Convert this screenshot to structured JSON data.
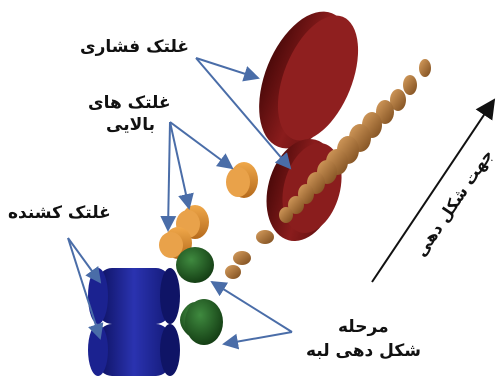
{
  "labels": {
    "pressure_roll": "غلتک فشاری",
    "upper_rolls_line1": "غلتک های",
    "upper_rolls_line2": "بالایی",
    "pulling_roll": "غلتک کشنده",
    "flange_stage_line1": "مرحله",
    "flange_stage_line2": "شکل دهی لبه",
    "forming_direction": "جهت شکل دهی"
  },
  "colors": {
    "pressure_roll": "#7a1414",
    "upper_rolls": "#d98a2b",
    "pulling_roll": "#1a1f8a",
    "flange_rolls": "#1e5a1e",
    "billets": "#b07a40",
    "arrows": "#4a6da8",
    "direction_arrow": "#111111"
  }
}
